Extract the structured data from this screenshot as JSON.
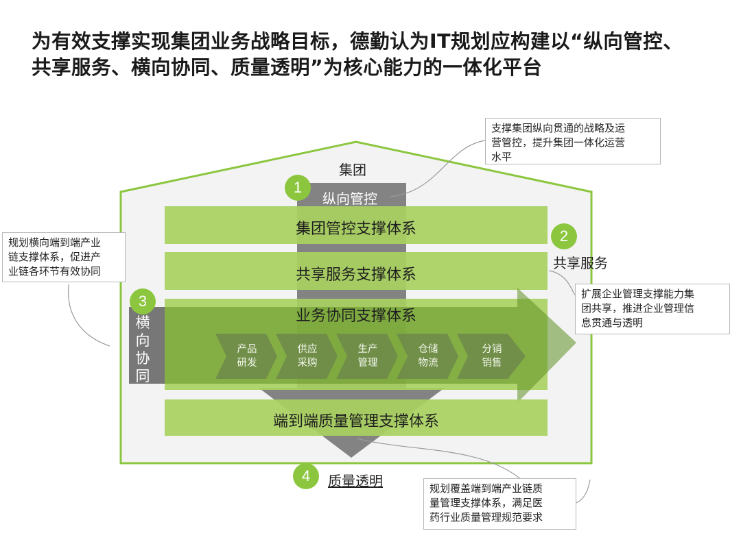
{
  "title": {
    "line1": "为有效支撑实现集团业务战略目标，德勤认为IT规划应构建以“纵向管控、",
    "line2": "共享服务、横向协同、质量透明”为核心能力的一体化平台"
  },
  "house": {
    "roof_label": "集团"
  },
  "pillars": [
    {
      "number": "1",
      "label": "纵向管控"
    },
    {
      "number": "2",
      "label": "共享服务"
    },
    {
      "number": "3",
      "label": "横向协同",
      "chars": [
        "横",
        "向",
        "协",
        "同"
      ]
    },
    {
      "number": "4",
      "label": "质量透明"
    }
  ],
  "bars": {
    "group_control": "集团管控支撑体系",
    "shared_service": "共享服务支撑体系",
    "business_collab": "业务协同支撑体系",
    "quality": "端到端质量管理支撑体系"
  },
  "value_chain": [
    {
      "line1": "产品",
      "line2": "研发"
    },
    {
      "line1": "供应",
      "line2": "采购"
    },
    {
      "line1": "生产",
      "line2": "管理"
    },
    {
      "line1": "仓储",
      "line2": "物流"
    },
    {
      "line1": "分销",
      "line2": "销售"
    }
  ],
  "notes": {
    "vertical": {
      "line1": "支撑集团纵向贯通的战略及运",
      "line2": "营管控，提升集团一体化运营",
      "line3": "水平"
    },
    "horizontal": {
      "line1": "规划横向端到端产业",
      "line2": "链支撑体系，促进产",
      "line3": "业链各环节有效协同"
    },
    "shared": {
      "line1": "扩展企业管理支撑能力集",
      "line2": "团共享，推进企业管理信",
      "line3": "息贯通与透明"
    },
    "quality": {
      "line1": "规划覆盖端到端产业链质",
      "line2": "量管理支撑体系，满足医",
      "line3": "药行业质量管理规范要求"
    }
  },
  "colors": {
    "green": "#8cc63f",
    "house_fill": "#f3f3f3",
    "bar_green": "#a8d160",
    "arrow_dark": "#777777",
    "arrow_mid": "#6f9a2b"
  }
}
